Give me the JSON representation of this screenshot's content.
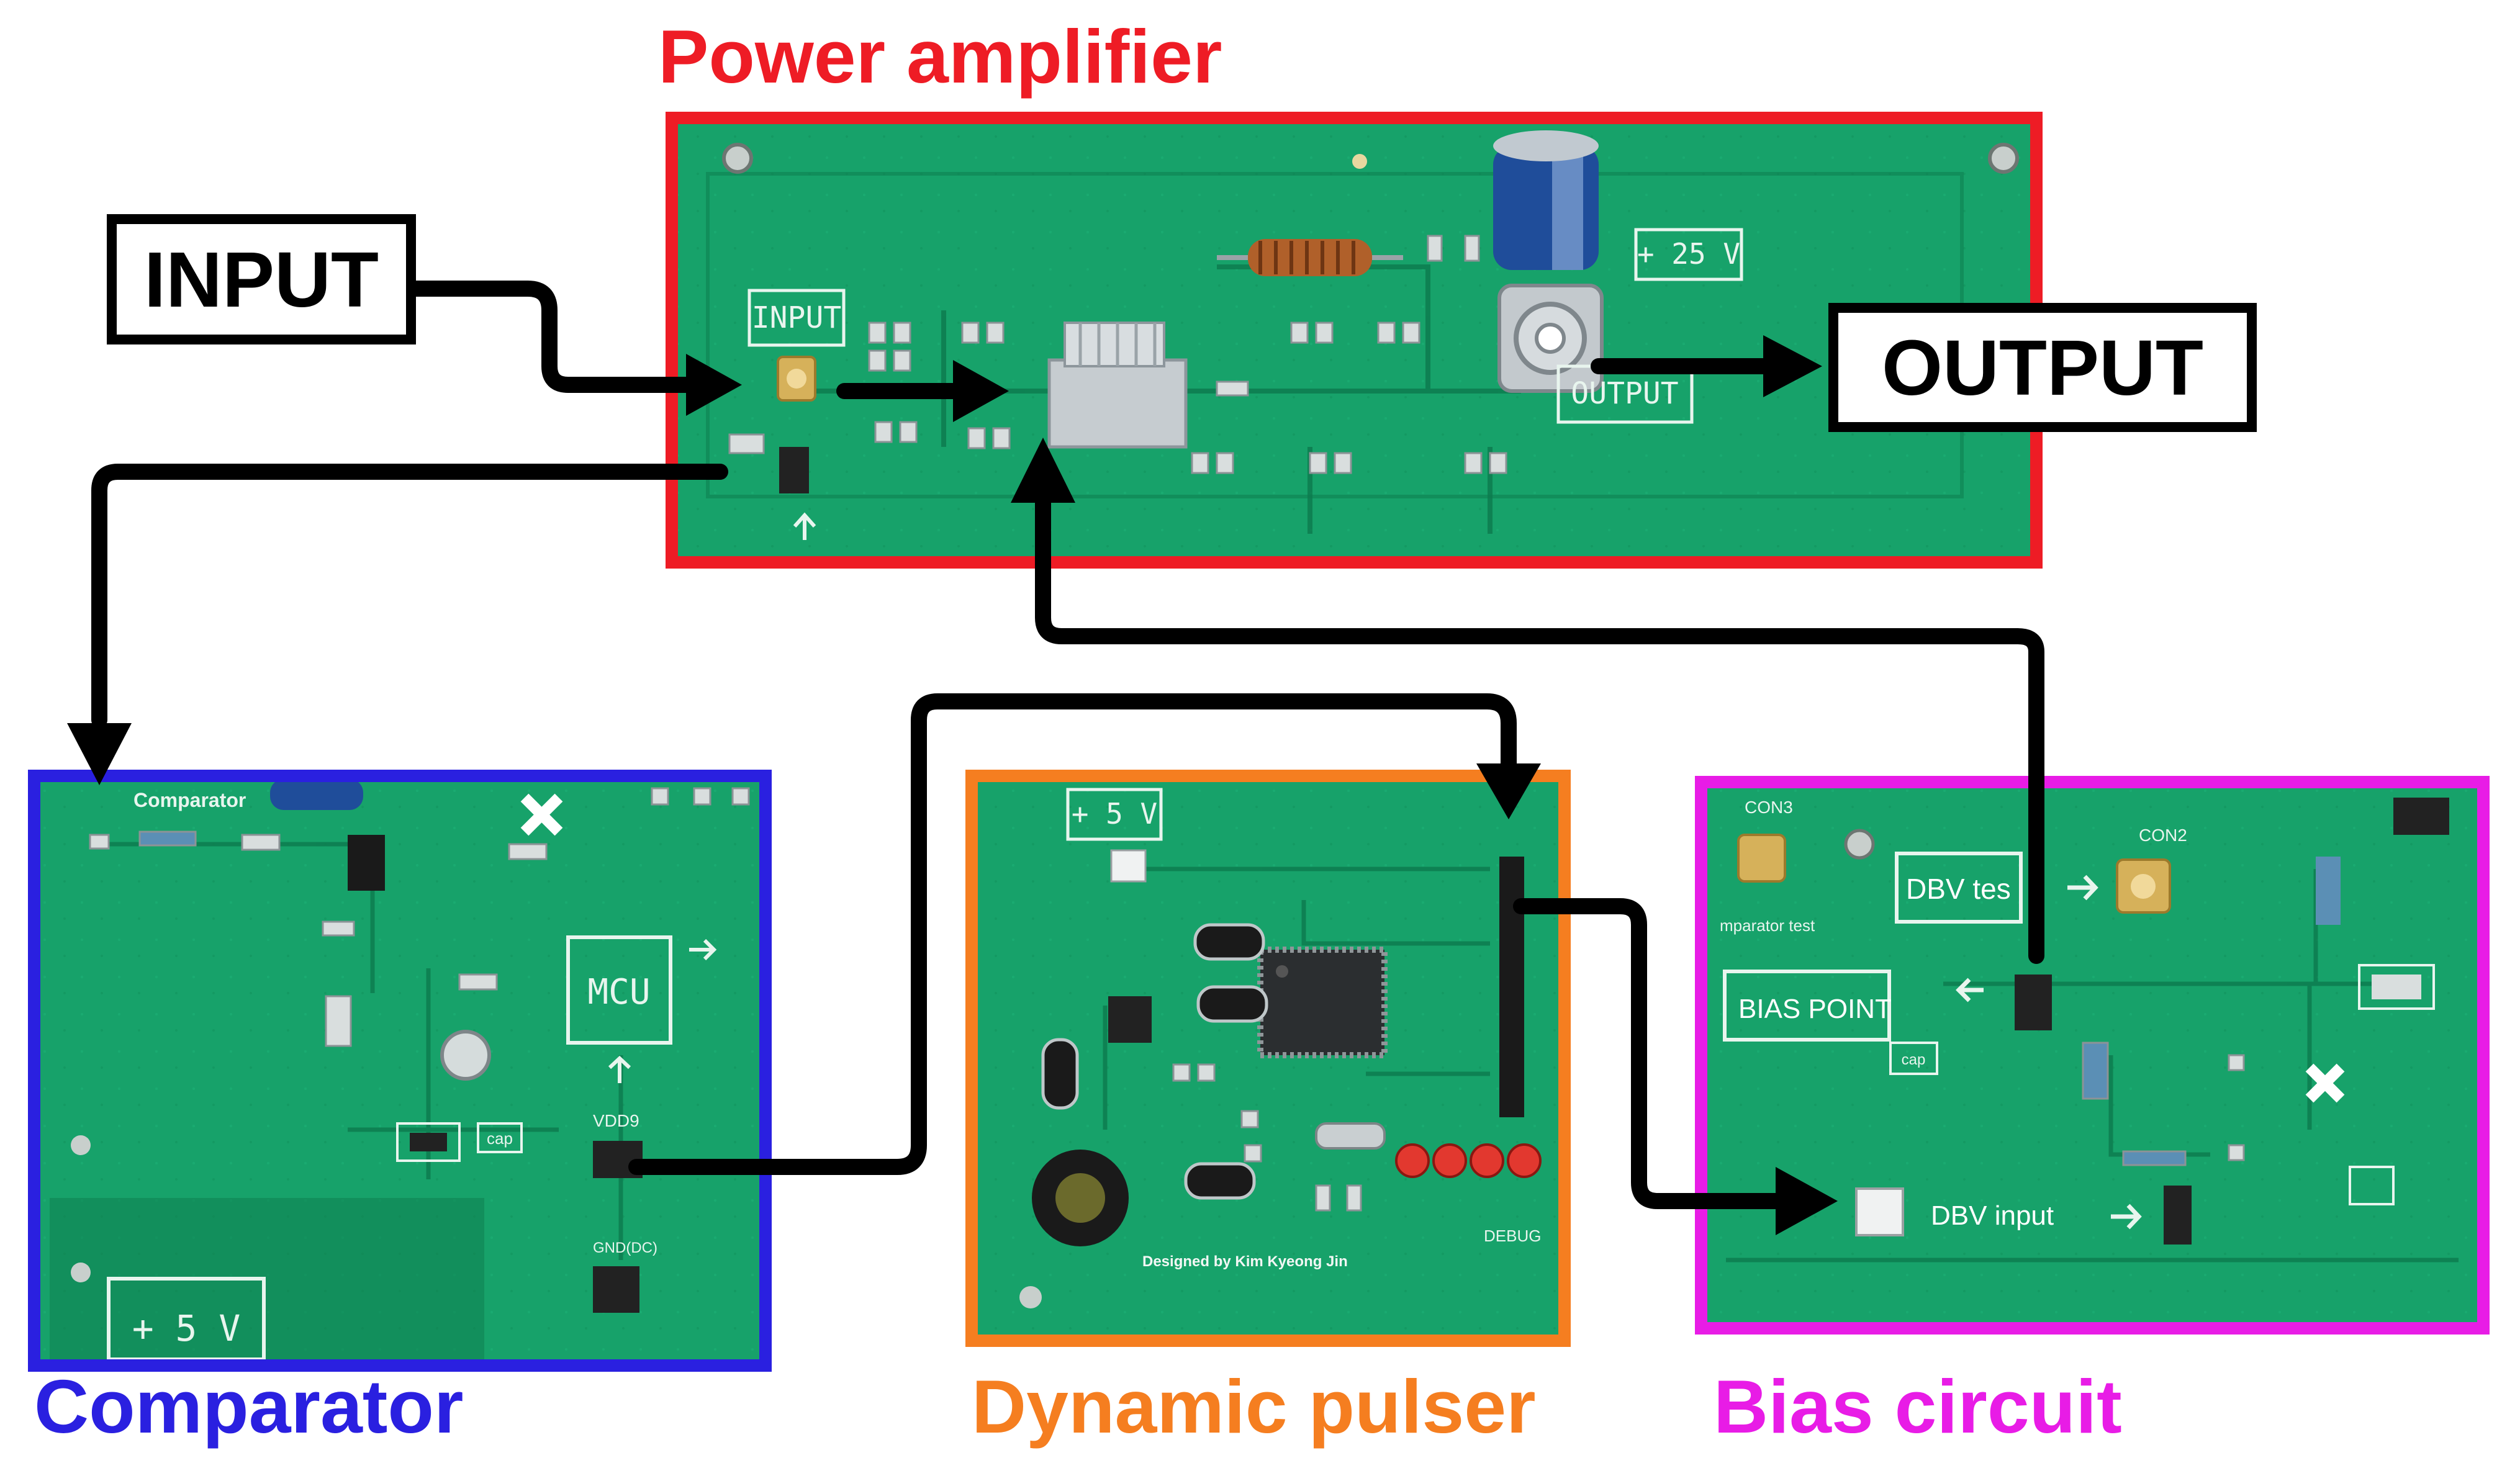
{
  "modules": {
    "power_amplifier": {
      "title": "Power amplifier",
      "color": "#ee1c25"
    },
    "comparator": {
      "title": "Comparator",
      "color": "#2a20e0"
    },
    "dynamic_pulser": {
      "title": "Dynamic pulser",
      "color": "#f57e20"
    },
    "bias_circuit": {
      "title": "Bias circuit",
      "color": "#e81ce6"
    }
  },
  "io": {
    "input": "INPUT",
    "output": "OUTPUT"
  },
  "board_labels": {
    "pa_input": "INPUT",
    "pa_output": "OUTPUT",
    "pa_voltage": "+ 25 V",
    "cmp_title": "Comparator",
    "cmp_mcu": "MCU",
    "cmp_vdd9": "VDD9",
    "cmp_cap": "cap",
    "cmp_gnd": "GND(DC)",
    "cmp_voltage": "+ 5 V",
    "dp_voltage": "+ 5 V",
    "dp_designed": "Designed by Kim Kyeong Jin",
    "dp_debug": "DEBUG",
    "bias_con3": "CON3",
    "bias_con2": "CON2",
    "bias_dbv_test": "DBV tes",
    "bias_comparator_test": "mparator test",
    "bias_point": "BIAS POINT",
    "bias_cap": "cap",
    "bias_dbv_input": "DBV input"
  },
  "colors": {
    "pcb": "#16a068",
    "pcb_light": "#22b57a",
    "pcb_dark": "#0e7a4f",
    "silk": "#e8f5ee",
    "arrow": "#000000"
  }
}
